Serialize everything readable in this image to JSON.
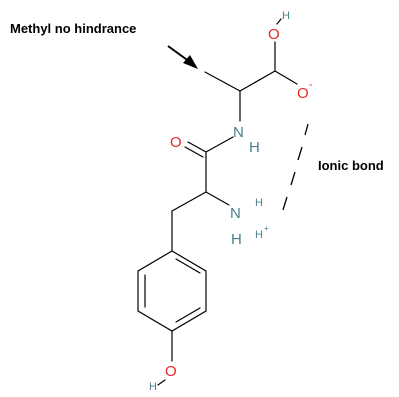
{
  "annotations": {
    "methyl": "Methyl no hindrance",
    "ionic": "Ionic bond"
  },
  "atoms": {
    "o_top": "O",
    "h_top": "H",
    "o_minus": "O",
    "minus": "-",
    "o_carbonyl": "O",
    "n_amide": "N",
    "h_amide": "H",
    "n_amine": "N",
    "h_amine_top": "H",
    "h_amine_bottom": "H",
    "h_amine_plus": "H",
    "plus": "+",
    "o_phenol": "O",
    "h_phenol": "H"
  },
  "colors": {
    "oxygen": "#e8262a",
    "nitrogen": "#4a7f8c",
    "bond": "#000000",
    "text": "#000000"
  }
}
